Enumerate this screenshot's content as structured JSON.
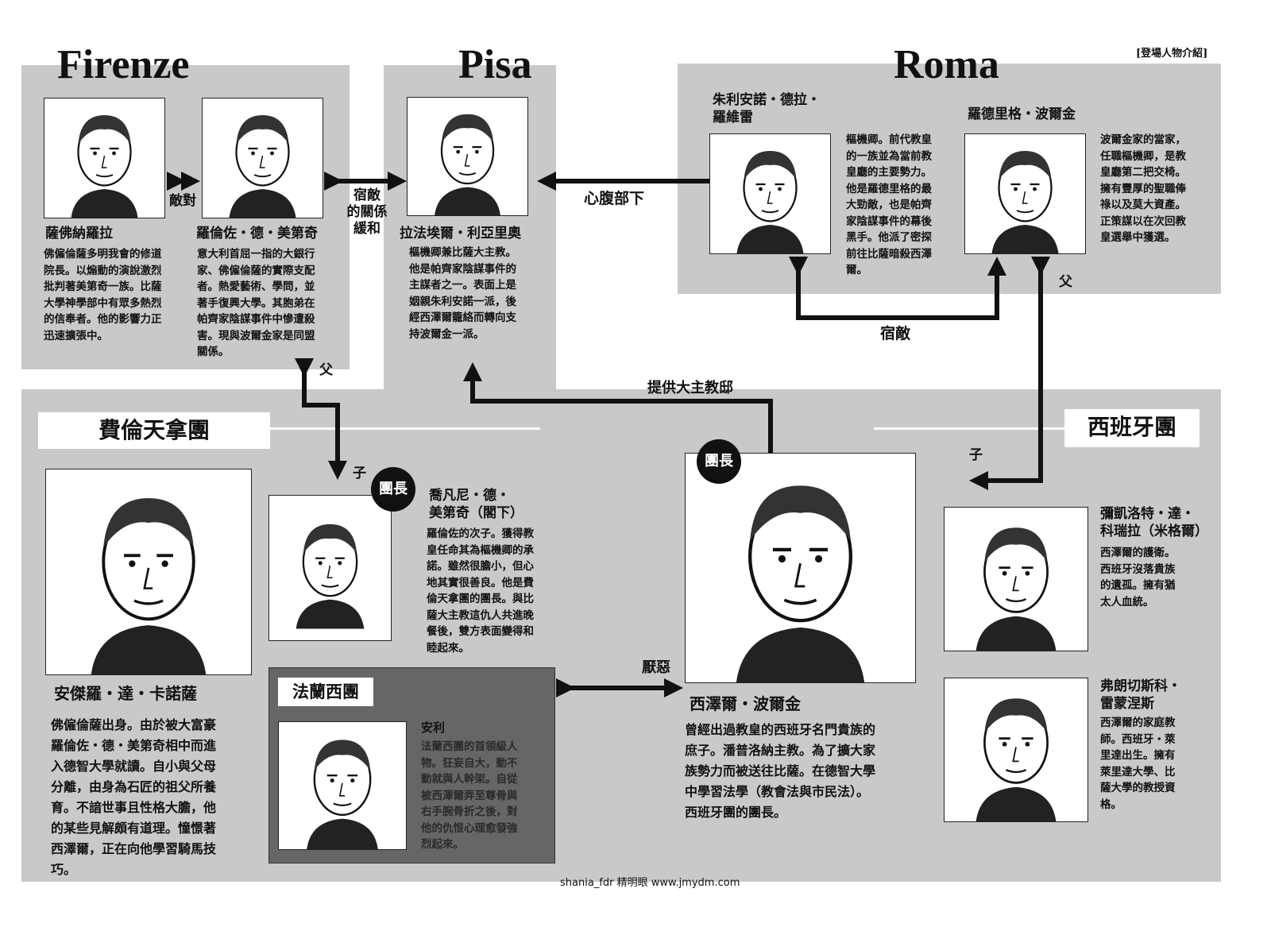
{
  "header_tag": "[登場人物介紹]",
  "cities": {
    "firenze": "Firenze",
    "pisa": "Pisa",
    "roma": "Roma"
  },
  "groups": {
    "fiorentina": "費倫天拿團",
    "spain": "西班牙團",
    "france": "法蘭西團"
  },
  "badge": "團長",
  "relations": {
    "hostile": "敵對",
    "rivalry_eased": [
      "宿敵",
      "的關係",
      "緩和"
    ],
    "confidant": "心腹部下",
    "archrival": "宿敵",
    "father_1": "父",
    "son_1": "子",
    "father_2": "父",
    "son_2": "子",
    "residence": "提供大主教邸",
    "dislike": "厭惡"
  },
  "characters": {
    "savonarola": {
      "name": "薩佛納羅拉",
      "desc": [
        "佛僱倫薩多明我會的修道",
        "院長。以煽動的演說激烈",
        "批判著美第奇一族。比薩",
        "大學神學部中有眾多熱烈",
        "的信奉者。他的影響力正",
        "迅速擴張中。"
      ]
    },
    "lorenzo": {
      "name": "羅倫佐・德・美第奇",
      "desc": [
        "意大利首屈一指的大銀行",
        "家、佛僱倫薩的實際支配",
        "者。熱愛藝術、學問，並",
        "著手復興大學。其胞弟在",
        "帕齊家陰謀事件中慘遭殺",
        "害。現與波爾金家是同盟",
        "關係。"
      ]
    },
    "raffaele": {
      "name": "拉法埃爾・利亞里奧",
      "desc": [
        "樞機卿兼比薩大主教。",
        "他是帕齊家陰謀事件的",
        "主謀者之一。表面上是",
        "姻親朱利安諾一派，後",
        "經西澤爾籠絡而轉向支",
        "持波爾金一派。"
      ]
    },
    "giuliano": {
      "name": [
        "朱利安諾・德拉・",
        "羅維雷"
      ],
      "desc": [
        "樞機卿。前代教皇",
        "的一族並為當前教",
        "皇廳的主要勢力。",
        "他是羅德里格的最",
        "大勁敵，也是帕齊",
        "家陰謀事件的幕後",
        "黑手。他派了密探",
        "前往比薩暗殺西澤",
        "爾。"
      ]
    },
    "rodrigo": {
      "name": "羅德里格・波爾金",
      "desc": [
        "波爾金家的當家，",
        "任職樞機卿，是教",
        "皇廳第二把交椅。",
        "擁有豐厚的聖職俸",
        "祿以及莫大資產。",
        "正策謀以在次回教",
        "皇選舉中獲選。"
      ]
    },
    "angelo": {
      "name": "安傑羅・達・卡諾薩",
      "desc": [
        "佛僱倫薩出身。由於被大富豪",
        "羅倫佐・德・美第奇相中而進",
        "入德智大學就讀。自小與父母",
        "分離，由身為石匠的祖父所養",
        "育。不諳世事且性格大膽，他",
        "的某些見解頗有道理。憧憬著",
        "西澤爾，正在向他學習騎馬技",
        "巧。"
      ]
    },
    "giovanni": {
      "name": [
        "喬凡尼・德・",
        "美第奇（閣下）"
      ],
      "desc": [
        "羅倫佐的次子。獲得教",
        "皇任命其為樞機卿的承",
        "諾。雖然很膽小，但心",
        "地其實很善良。他是費",
        "倫天拿團的團長。與比",
        "薩大主教這仇人共進晚",
        "餐後，雙方表面變得和",
        "睦起來。"
      ]
    },
    "henri": {
      "name": "安利",
      "desc": [
        "法蘭西團的首領級人",
        "物。狂妄自大，動不",
        "動就與人幹架。自從",
        "被西澤爾弄至尊骨與",
        "右手腕骨折之後，對",
        "他的仇恨心理愈發強",
        "烈起來。"
      ]
    },
    "cesare": {
      "name": "西澤爾・波爾金",
      "desc": [
        "曾經出過教皇的西班牙名門貴族的",
        "庶子。潘普洛納主教。為了擴大家",
        "族勢力而被送往比薩。在德智大學",
        "中學習法學（教會法與市民法）。",
        "西班牙團的團長。"
      ]
    },
    "michelotto": {
      "name": [
        "彌凱洛特・達・",
        "科瑞拉（米格爾）"
      ],
      "desc": [
        "西澤爾的護衛。",
        "西班牙沒落貴族",
        "的遺孤。擁有猶",
        "太人血統。"
      ]
    },
    "francesco": {
      "name": [
        "弗朗切斯科・",
        "雷蒙涅斯"
      ],
      "desc": [
        "西澤爾的家庭教",
        "師。西班牙・萊",
        "里達出生。擁有",
        "萊里達大學、比",
        "薩大學的教授資",
        "格。"
      ]
    }
  },
  "footer": "shania_fdr 精明眼 www.jmydm.com"
}
